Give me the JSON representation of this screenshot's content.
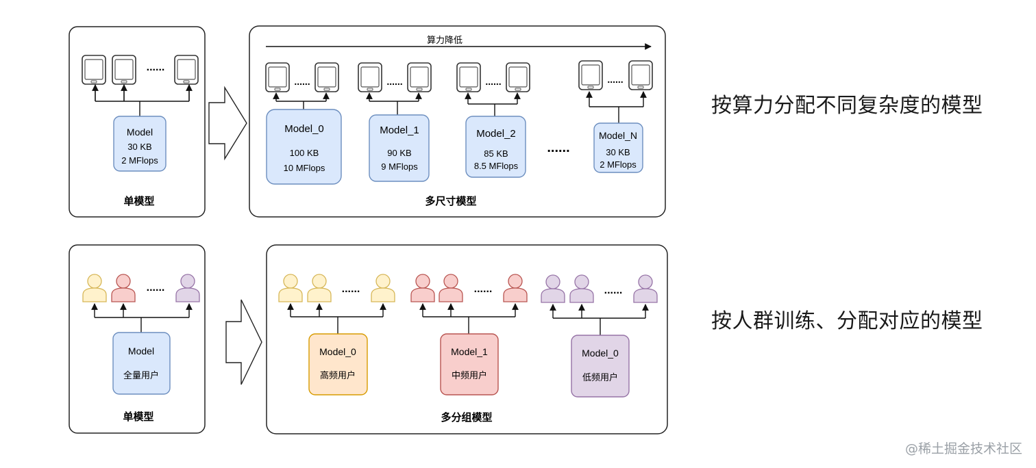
{
  "top": {
    "single": {
      "caption": "单模型",
      "model": {
        "name": "Model",
        "size": "30 KB",
        "flops": "2 MFlops"
      },
      "dots": "......"
    },
    "multi": {
      "caption": "多尺寸模型",
      "arrow_label": "算力降低",
      "models": [
        {
          "name": "Model_0",
          "size": "100 KB",
          "flops": "10 MFlops"
        },
        {
          "name": "Model_1",
          "size": "90 KB",
          "flops": "9 MFlops"
        },
        {
          "name": "Model_2",
          "size": "85 KB",
          "flops": "8.5 MFlops"
        },
        {
          "name": "Model_N",
          "size": "30 KB",
          "flops": "2 MFlops"
        }
      ],
      "dots": "......",
      "between_dots": "......"
    },
    "heading": "按算力分配不同复杂度的模型"
  },
  "bottom": {
    "single": {
      "caption": "单模型",
      "model": {
        "name": "Model",
        "group": "全量用户"
      },
      "dots": "......"
    },
    "multi": {
      "caption": "多分组模型",
      "models": [
        {
          "name": "Model_0",
          "group": "高频用户"
        },
        {
          "name": "Model_1",
          "group": "中频用户"
        },
        {
          "name": "Model_0",
          "group": "低频用户"
        }
      ],
      "dots": "......"
    },
    "heading": "按人群训练、分配对应的模型"
  },
  "colors": {
    "blue_fill": "#dae8fc",
    "blue_stroke": "#6c8ebf",
    "orange_fill": "#ffe6cc",
    "orange_stroke": "#d79b00",
    "yellow_fill": "#fff2cc",
    "yellow_stroke": "#d6b656",
    "red_fill": "#f8cecc",
    "red_stroke": "#b85450",
    "purple_fill": "#e1d5e7",
    "purple_stroke": "#9673a6"
  },
  "watermark": "@稀土掘金技术社区"
}
